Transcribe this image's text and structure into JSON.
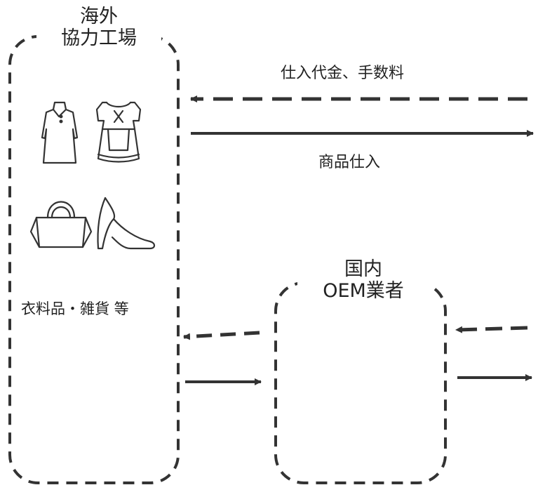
{
  "nodes": {
    "overseas_factory": {
      "title_line1": "海外",
      "title_line2": "協力工場",
      "items": [
        {
          "icon": "dress-icon"
        },
        {
          "icon": "apron-dress-icon"
        },
        {
          "icon": "handbag-icon"
        },
        {
          "icon": "high-heel-icon"
        }
      ],
      "caption": "衣料品・雑貨 等"
    },
    "domestic_oem": {
      "title_line1": "国内",
      "title_line2": "OEM業者"
    }
  },
  "edges": {
    "payment_label": "仕入代金、手数料",
    "goods_label": "商品仕入"
  },
  "colors": {
    "stroke": "#333333",
    "text": "#222222",
    "background": "#ffffff"
  }
}
